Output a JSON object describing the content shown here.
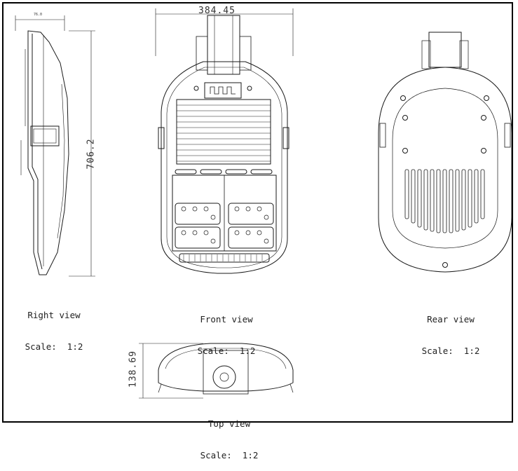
{
  "views": {
    "right": {
      "name": "Right view",
      "scale": "Scale:  1:2"
    },
    "front": {
      "name": "Front view",
      "scale": "Scale:  1:2"
    },
    "rear": {
      "name": "Rear view",
      "scale": "Scale:  1:2"
    },
    "top": {
      "name": "Top view",
      "scale": "Scale:  1:2"
    }
  },
  "dimensions": {
    "front_width": "384.45",
    "height": "706.2",
    "top_height": "138.69",
    "side_small": "76.0"
  },
  "colors": {
    "line": "#1a1a1a",
    "frame": "#000000",
    "paper": "#ffffff"
  }
}
